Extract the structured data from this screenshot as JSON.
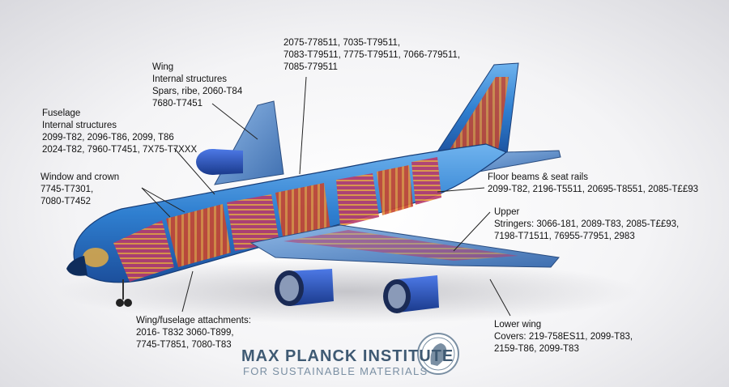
{
  "labels": {
    "wing": [
      "Wing",
      "Internal structures",
      "Spars, ribe, 2060-T84",
      "7680-T7451"
    ],
    "fuselage": [
      "Fuselage",
      "Internal structures",
      "2099-T82, 2096-T86, 2099, T86",
      "2024-T82, 7960-T7451, 7X75-T7XXX"
    ],
    "window_crown": [
      "Window and crown",
      "7745-T7301,",
      "7080-T7452"
    ],
    "upper_fuselage_alloys": [
      "2075-778511, 7035-T79511,",
      "7083-T79511, 7775-T79511, 7066-779511,",
      "7085-779511"
    ],
    "floor_beams": [
      "Floor beams & seat rails",
      "2099-T82, 2196-T5511,  20695-T8551, 2085-T££93"
    ],
    "upper_stringers": [
      "Upper",
      "Stringers:  3066-181, 2089-T83, 2085-T££93,",
      "7198-T71511, 76955-77951, 2983"
    ],
    "wing_fuselage_attach": [
      "Wing/fuselage attachments:",
      "2016- T832 3060-T899,",
      "7745-T7851, 7080-T83"
    ],
    "lower_wing": [
      "Lower wing",
      "Covers: 219-758ES11, 2099-T83,",
      "2159-T86, 2099-T83"
    ]
  },
  "logo": {
    "title": "MAX PLANCK INSTITUTE",
    "subtitle": "FOR SUSTAINABLE MATERIALS"
  },
  "colors": {
    "fuselage_blue": "#2f7fd0",
    "interior_red": "#c8452e",
    "interior_orange": "#e08a3a",
    "engine_blue": "#2454c4",
    "leader_line": "#222222",
    "logo_text": "#3f5a73"
  }
}
